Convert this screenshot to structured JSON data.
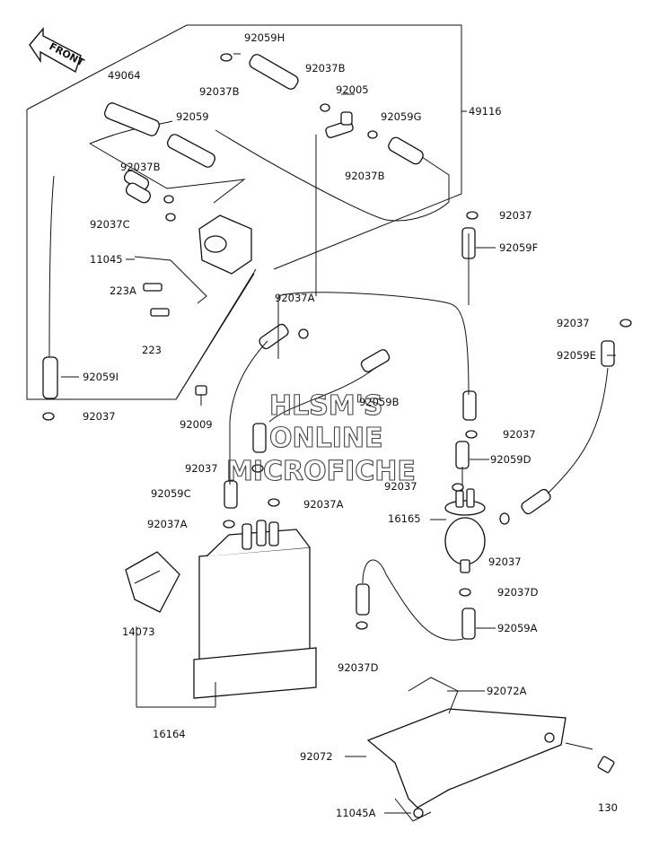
{
  "direction_label": "FRONT",
  "watermark": [
    "HLSM'S",
    "ONLINE",
    "MICROFICHE"
  ],
  "parts": [
    {
      "name": "part-label-92059h",
      "text": "92059H"
    },
    {
      "name": "part-label-49064",
      "text": "49064"
    },
    {
      "name": "part-label-92037b-top",
      "text": "92037B"
    },
    {
      "name": "part-label-92037b-upper",
      "text": "92037B"
    },
    {
      "name": "part-label-92005",
      "text": "92005"
    },
    {
      "name": "part-label-92059",
      "text": "92059"
    },
    {
      "name": "part-label-92059g",
      "text": "92059G"
    },
    {
      "name": "part-label-49116",
      "text": "49116"
    },
    {
      "name": "part-label-92037b-left",
      "text": "92037B"
    },
    {
      "name": "part-label-92037b-right",
      "text": "92037B"
    },
    {
      "name": "part-label-92037c",
      "text": "92037C"
    },
    {
      "name": "part-label-92037-right-top",
      "text": "92037"
    },
    {
      "name": "part-label-92059f",
      "text": "92059F"
    },
    {
      "name": "part-label-11045",
      "text": "11045"
    },
    {
      "name": "part-label-223a",
      "text": "223A"
    },
    {
      "name": "part-label-92037a-top",
      "text": "92037A"
    },
    {
      "name": "part-label-223",
      "text": "223"
    },
    {
      "name": "part-label-92037-far-right",
      "text": "92037"
    },
    {
      "name": "part-label-92059e",
      "text": "92059E"
    },
    {
      "name": "part-label-92059i",
      "text": "92059I"
    },
    {
      "name": "part-label-92059b",
      "text": "92059B"
    },
    {
      "name": "part-label-92037-left",
      "text": "92037"
    },
    {
      "name": "part-label-92009",
      "text": "92009"
    },
    {
      "name": "part-label-92037-mid-right",
      "text": "92037"
    },
    {
      "name": "part-label-92037-canister",
      "text": "92037"
    },
    {
      "name": "part-label-92059d",
      "text": "92059D"
    },
    {
      "name": "part-label-92059c",
      "text": "92059C"
    },
    {
      "name": "part-label-92037-filter",
      "text": "92037"
    },
    {
      "name": "part-label-92037a-mid",
      "text": "92037A"
    },
    {
      "name": "part-label-92037a-low",
      "text": "92037A"
    },
    {
      "name": "part-label-16165",
      "text": "16165"
    },
    {
      "name": "part-label-92037-filter-low",
      "text": "92037"
    },
    {
      "name": "part-label-92037d-right",
      "text": "92037D"
    },
    {
      "name": "part-label-14073",
      "text": "14073"
    },
    {
      "name": "part-label-92059a",
      "text": "92059A"
    },
    {
      "name": "part-label-92037d-left",
      "text": "92037D"
    },
    {
      "name": "part-label-92072a",
      "text": "92072A"
    },
    {
      "name": "part-label-16164",
      "text": "16164"
    },
    {
      "name": "part-label-92072",
      "text": "92072"
    },
    {
      "name": "part-label-130",
      "text": "130"
    },
    {
      "name": "part-label-11045a",
      "text": "11045A"
    }
  ]
}
